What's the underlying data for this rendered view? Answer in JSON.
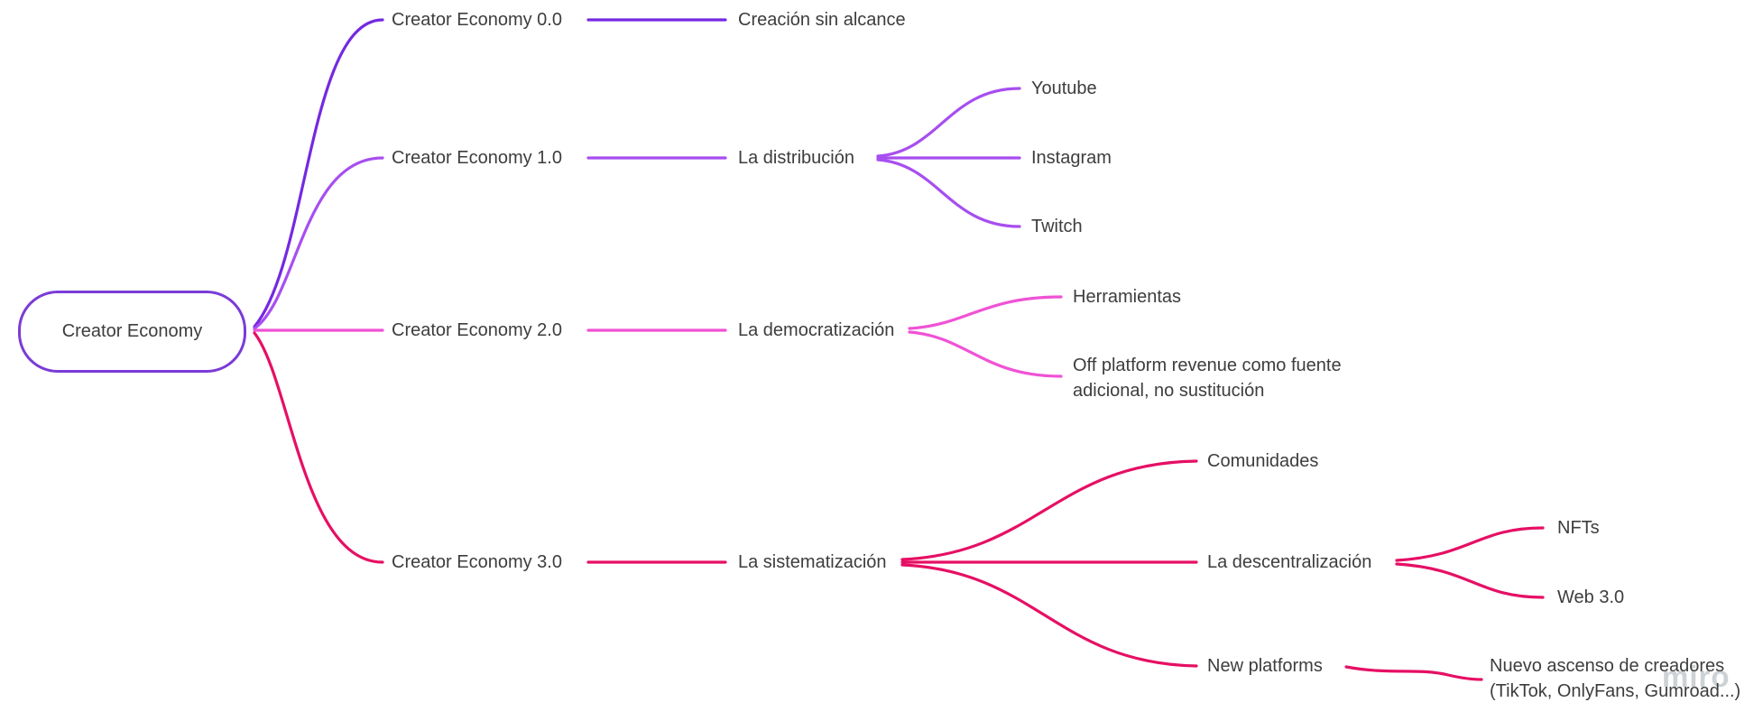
{
  "root": {
    "label": "Creator Economy"
  },
  "branches": [
    {
      "label": "Creator Economy 0.0",
      "topic": "Creación sin alcance"
    },
    {
      "label": "Creator Economy 1.0",
      "topic": "La distribución",
      "children": [
        "Youtube",
        "Instagram",
        "Twitch"
      ]
    },
    {
      "label": "Creator Economy 2.0",
      "topic": "La democratización",
      "children": [
        "Herramientas"
      ],
      "note_line1": "Off platform revenue como fuente",
      "note_line2": "adicional, no sustitución"
    },
    {
      "label": "Creator Economy 3.0",
      "topic": "La sistematización",
      "children": [
        "Comunidades",
        "La descentralización",
        "New platforms"
      ],
      "descentralizacion_children": [
        "NFTs",
        "Web 3.0"
      ],
      "newplatforms_line1": "Nuevo ascenso de creadores",
      "newplatforms_line2": "(TikTok, OnlyFans, Gumroad...)"
    }
  ],
  "colors": {
    "branch1": "#7429e1",
    "branch2": "#a74ef0",
    "branch3": "#f052d5",
    "branch4": "#e60f64",
    "root_border": "#7a3bd7",
    "text": "#3d3d3d",
    "watermark": "#bcc3c7"
  },
  "watermark": {
    "label": "miro"
  }
}
